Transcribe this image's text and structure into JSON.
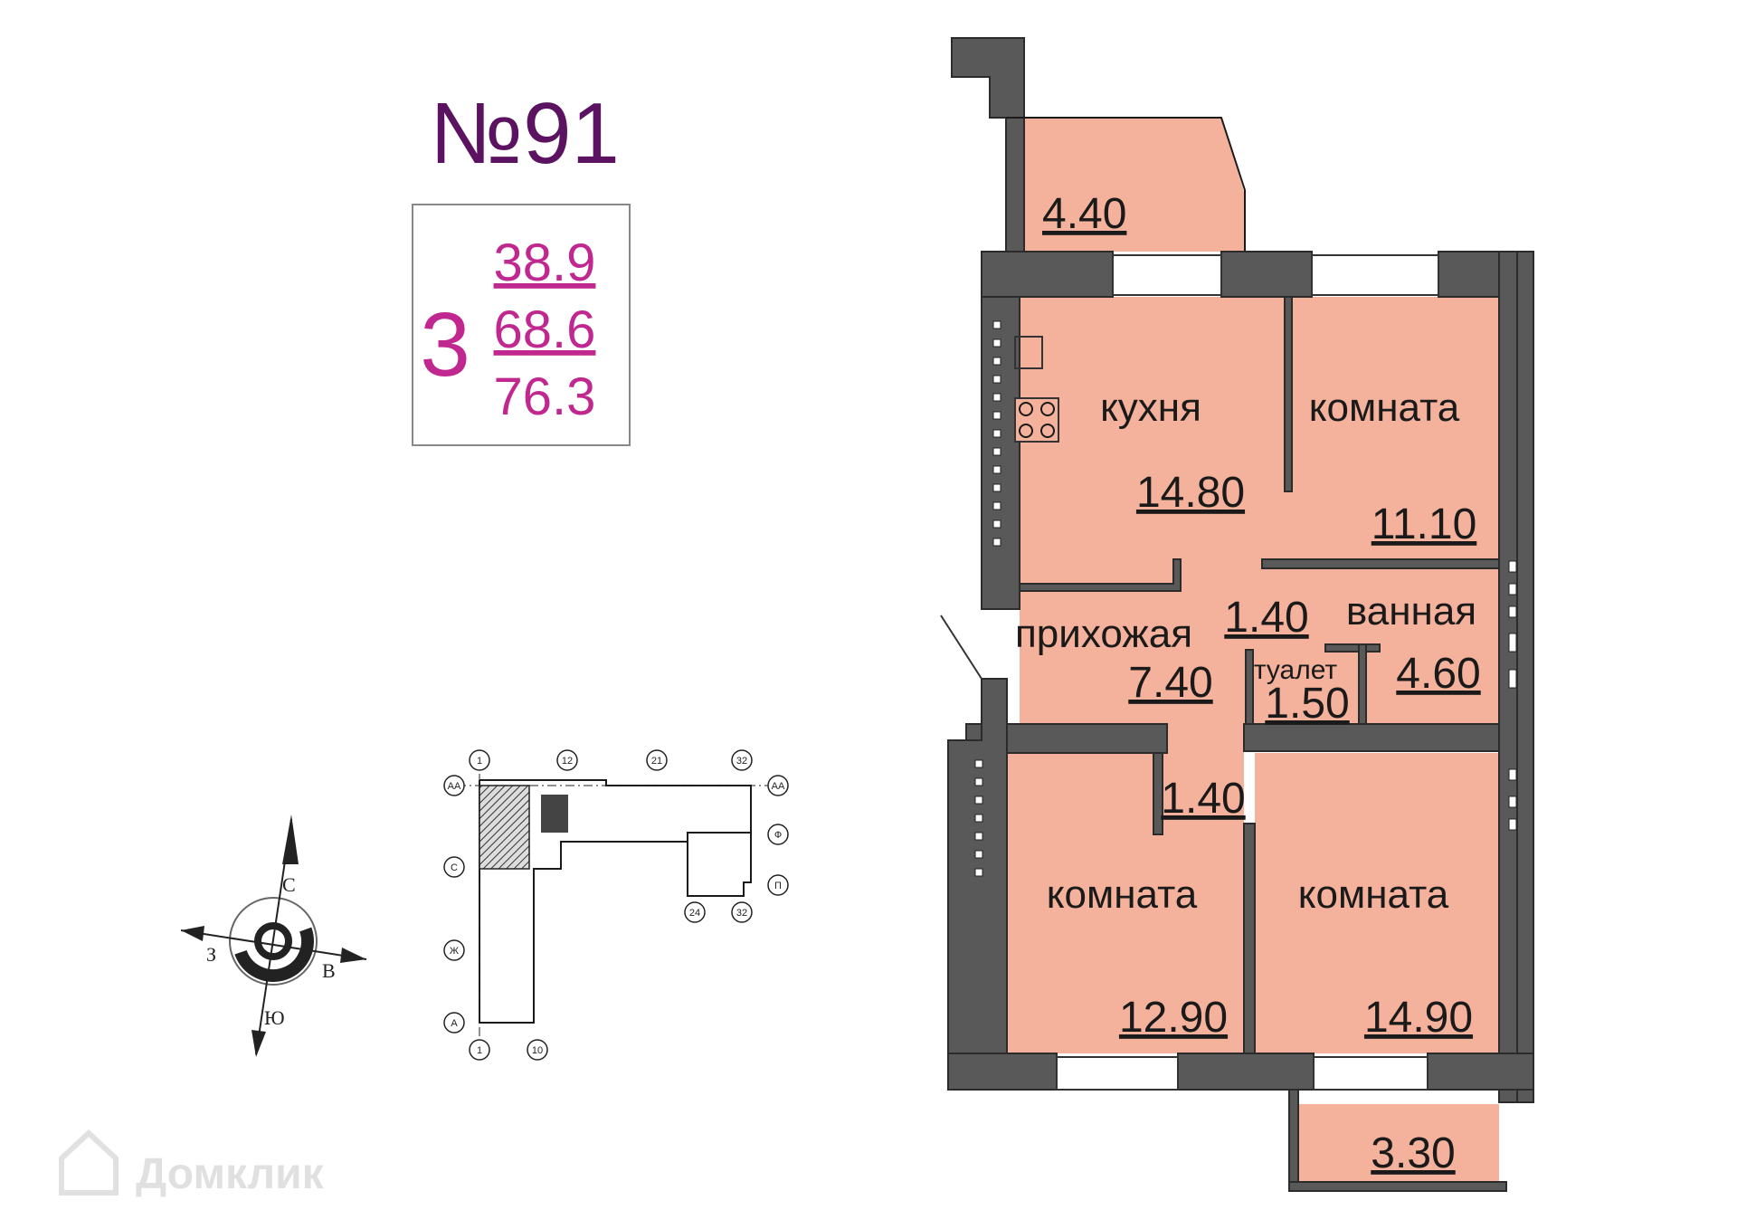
{
  "header": {
    "apartment_number": "№91",
    "rooms_count": "3",
    "living_area": "38.9",
    "total_area_no_balcony": "68.6",
    "total_area": "76.3"
  },
  "rooms": {
    "balcony_top": {
      "area": "4.40"
    },
    "kitchen": {
      "name": "кухня",
      "area": "14.80"
    },
    "room_top_right": {
      "name": "комната",
      "area": "11.10"
    },
    "corridor": {
      "area": "1.40"
    },
    "bathroom": {
      "name": "ванная",
      "area": "4.60"
    },
    "hallway": {
      "name": "прихожая",
      "area": "7.40"
    },
    "toilet": {
      "name": "туалет",
      "area": "1.50"
    },
    "corridor_lower": {
      "area": "1.40"
    },
    "room_bottom_left": {
      "name": "комната",
      "area": "12.90"
    },
    "room_bottom_right": {
      "name": "комната",
      "area": "14.90"
    },
    "balcony_bottom": {
      "area": "3.30"
    }
  },
  "compass": {
    "north": "С",
    "south": "Ю",
    "east": "В",
    "west": "З"
  },
  "keyplan": {
    "axes_top": [
      "1",
      "12",
      "21",
      "32"
    ],
    "axes_left": [
      "АА",
      "С",
      "Ж",
      "А"
    ],
    "axes_right": [
      "АА",
      "Ф",
      "П"
    ],
    "axes_bottom": [
      "24",
      "32",
      "1",
      "10"
    ]
  },
  "watermark": "Домклик",
  "colors": {
    "title": "#5b1260",
    "area_magenta": "#c0288f",
    "floor": "#f4b19b",
    "wall": "#595959"
  }
}
